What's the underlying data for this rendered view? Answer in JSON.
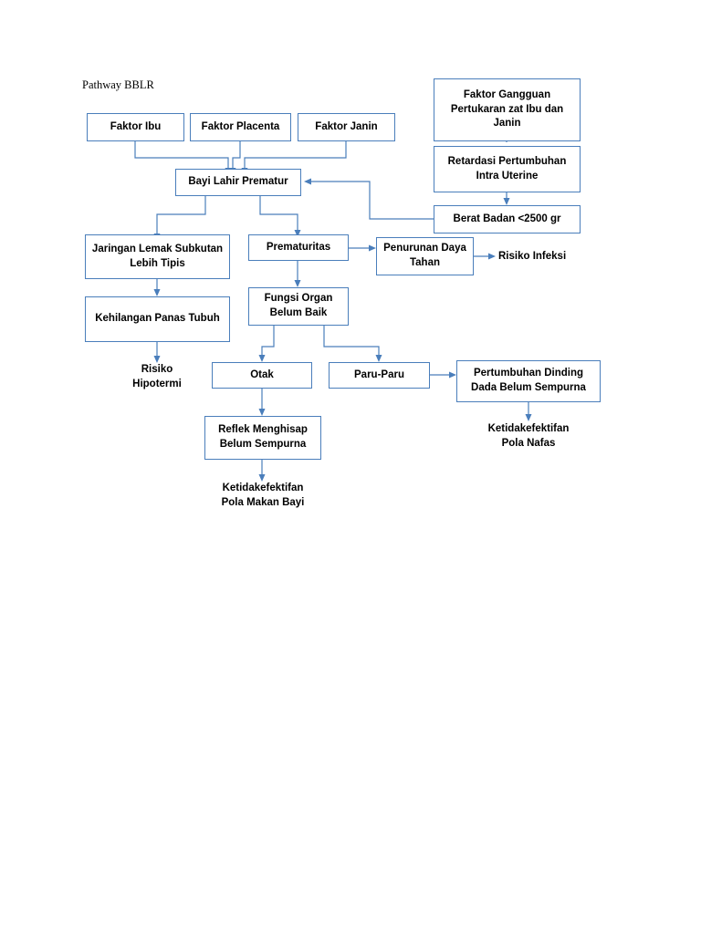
{
  "diagram": {
    "title": "Pathway BBLR",
    "accent_color": "#4a7ebb",
    "nodes": [
      {
        "id": "faktor_ibu",
        "label": "Faktor Ibu"
      },
      {
        "id": "faktor_placenta",
        "label": "Faktor Placenta"
      },
      {
        "id": "faktor_janin",
        "label": "Faktor Janin"
      },
      {
        "id": "faktor_gangguan",
        "label": "Faktor Gangguan Pertukaran zat Ibu dan Janin"
      },
      {
        "id": "retardasi",
        "label": "Retardasi Pertumbuhan Intra Uterine"
      },
      {
        "id": "berat_badan",
        "label": "Berat Badan <2500 gr"
      },
      {
        "id": "bayi_lahir",
        "label": "Bayi Lahir Prematur"
      },
      {
        "id": "jaringan_lemak",
        "label": "Jaringan Lemak Subkutan Lebih Tipis"
      },
      {
        "id": "prematuritas",
        "label": "Prematuritas"
      },
      {
        "id": "penurunan_daya",
        "label": "Penurunan Daya Tahan"
      },
      {
        "id": "kehilangan_panas",
        "label": "Kehilangan Panas Tubuh"
      },
      {
        "id": "fungsi_organ",
        "label": "Fungsi Organ Belum Baik"
      },
      {
        "id": "otak",
        "label": "Otak"
      },
      {
        "id": "paru_paru",
        "label": "Paru-Paru"
      },
      {
        "id": "pertumbuhan_dinding",
        "label": "Pertumbuhan Dinding Dada Belum Sempurna"
      },
      {
        "id": "reflek_menghisap",
        "label": "Reflek Menghisap Belum Sempurna"
      }
    ],
    "outcomes": [
      {
        "id": "risiko_infeksi",
        "label": "Risiko Infeksi"
      },
      {
        "id": "risiko_hipotermi",
        "label": "Risiko\nHipotermi"
      },
      {
        "id": "ketidakefektifan_pola_nafas",
        "label": "Ketidakefektifan\nPola Nafas"
      },
      {
        "id": "ketidakefektifan_pola_makan",
        "label": "Ketidakefektifan\nPola Makan Bayi"
      }
    ]
  }
}
